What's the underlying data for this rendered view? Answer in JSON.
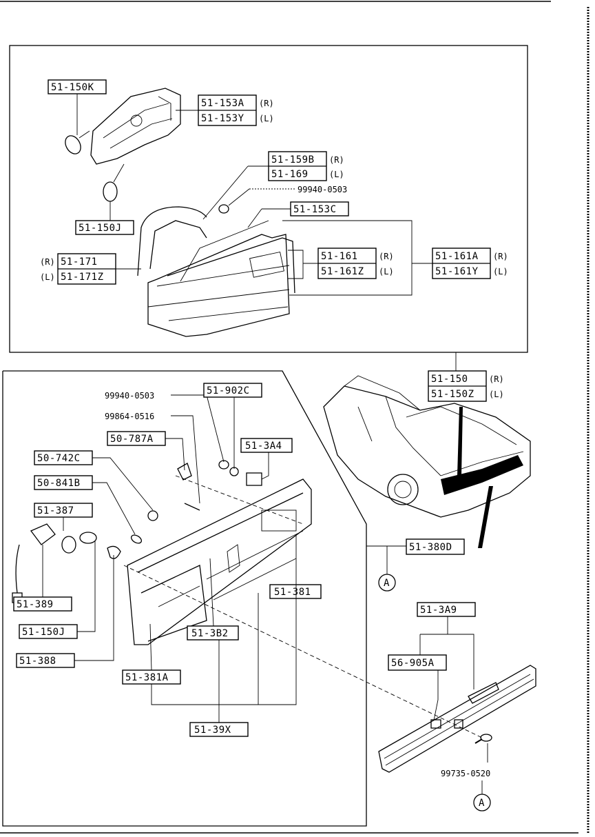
{
  "upper_panel": {
    "labels": {
      "l_150k": "51-150K",
      "l_153a": "51-153A",
      "l_153a_side": "(R)",
      "l_153y": "51-153Y",
      "l_153y_side": "(L)",
      "l_159b": "51-159B",
      "l_159b_side": "(R)",
      "l_169": "51-169",
      "l_169_side": "(L)",
      "l_99940": "99940-0503",
      "l_153c": "51-153C",
      "l_150j": "51-150J",
      "l_171_side": "(R)",
      "l_171": "51-171",
      "l_171z_side": "(L)",
      "l_171z": "51-171Z",
      "l_161": "51-161",
      "l_161_side": "(R)",
      "l_161z": "51-161Z",
      "l_161z_side": "(L)",
      "l_161a": "51-161A",
      "l_161a_side": "(R)",
      "l_161y": "51-161Y",
      "l_161y_side": "(L)"
    }
  },
  "car_callout": {
    "l_150": "51-150",
    "l_150_side": "(R)",
    "l_150z": "51-150Z",
    "l_150z_side": "(L)",
    "l_380d": "51-380D",
    "marker_a": "A"
  },
  "lower_panel": {
    "labels": {
      "l_99940b": "99940-0503",
      "l_99864": "99864-0516",
      "l_902c": "51-902C",
      "l_787a": "50-787A",
      "l_3a4": "51-3A4",
      "l_742c": "50-742C",
      "l_841b": "50-841B",
      "l_387": "51-387",
      "l_389": "51-389",
      "l_150j2": "51-150J",
      "l_388": "51-388",
      "l_381": "51-381",
      "l_3b2": "51-3B2",
      "l_381a": "51-381A",
      "l_39x": "51-39X"
    }
  },
  "garnish_panel": {
    "l_3a9": "51-3A9",
    "l_905a": "56-905A",
    "l_99735": "99735-0520",
    "marker_a": "A"
  }
}
